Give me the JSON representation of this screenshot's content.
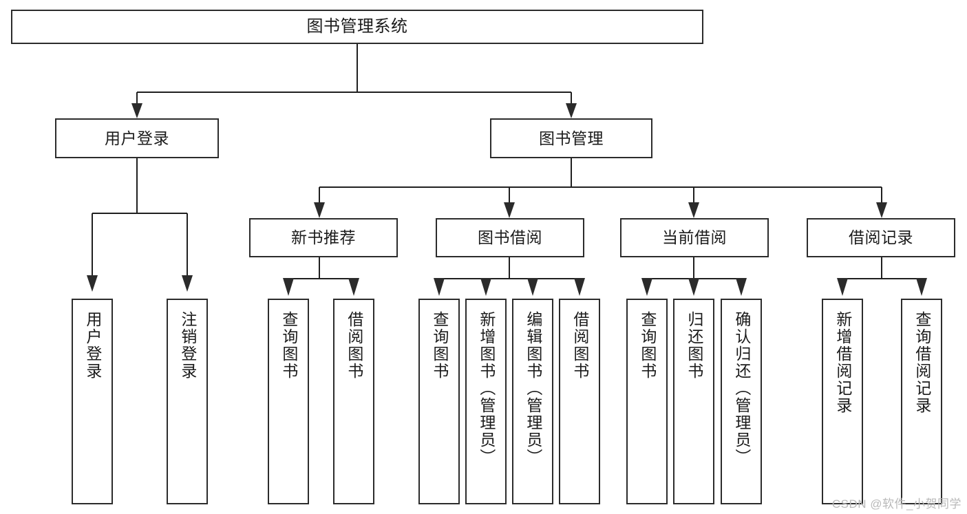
{
  "diagram": {
    "type": "tree",
    "title": "图书管理系统",
    "orientation": "top-down",
    "line_color": "#2b2b2b",
    "box_fill": "#ffffff",
    "text_color": "#1b1b1b"
  },
  "root": {
    "label": "图书管理系统"
  },
  "level1": [
    {
      "label": "用户登录"
    },
    {
      "label": "图书管理"
    }
  ],
  "level2": [
    {
      "label": "新书推荐"
    },
    {
      "label": "图书借阅"
    },
    {
      "label": "当前借阅"
    },
    {
      "label": "借阅记录"
    }
  ],
  "leaves": {
    "user_login": [
      {
        "label": "用户登录"
      },
      {
        "label": "注销登录"
      }
    ],
    "new_book_recommend": [
      {
        "label": "查询图书"
      },
      {
        "label": "借阅图书"
      }
    ],
    "book_borrow": [
      {
        "label": "查询图书"
      },
      {
        "label": "新增图书（管理员）"
      },
      {
        "label": "编辑图书（管理员）"
      },
      {
        "label": "借阅图书"
      }
    ],
    "current_borrow": [
      {
        "label": "查询图书"
      },
      {
        "label": "归还图书"
      },
      {
        "label": "确认归还（管理员）"
      }
    ],
    "borrow_record": [
      {
        "label": "新增借阅记录"
      },
      {
        "label": "查询借阅记录"
      }
    ]
  },
  "watermark": {
    "text": "CSDN @软件_小贺同学"
  }
}
